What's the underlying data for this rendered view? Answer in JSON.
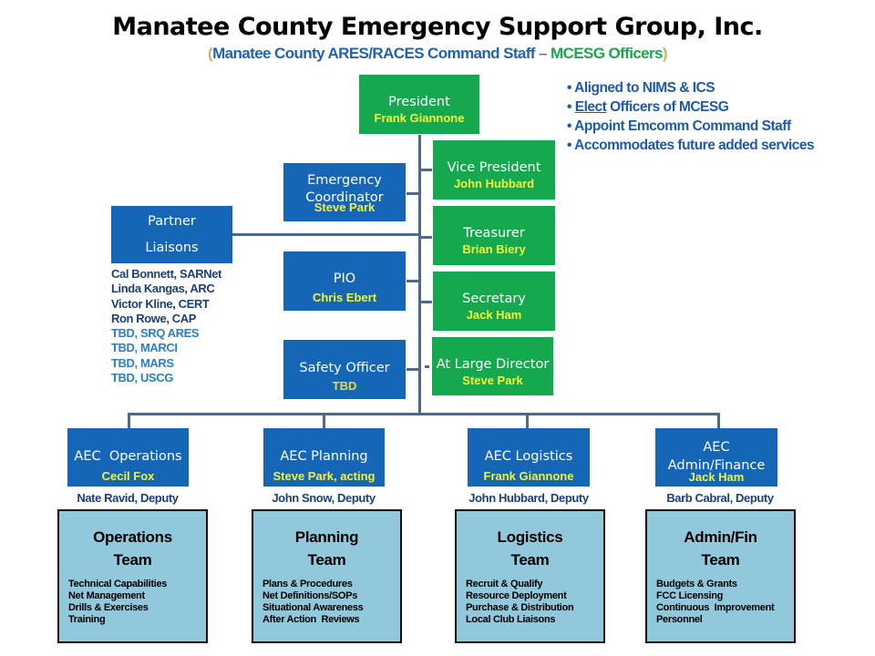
{
  "header": {
    "title": "Manatee County Emergency Support Group, Inc.",
    "subtitle_open": "(",
    "subtitle_blue": "Manatee County ARES/RACES Command Staff",
    "subtitle_dash": " – ",
    "subtitle_green": "MCESG Officers",
    "subtitle_close": ")"
  },
  "bullets": [
    {
      "prefix": "",
      "underlined": "",
      "text": "Aligned to NIMS & ICS"
    },
    {
      "prefix": "",
      "underlined": "Elect",
      "text": " Officers of MCESG"
    },
    {
      "prefix": "",
      "underlined": "",
      "text": "Appoint Emcomm Command Staff"
    },
    {
      "prefix": "",
      "underlined": "",
      "text": "Accommodates future added services"
    }
  ],
  "bullet_glyph": "•",
  "officers": {
    "president": {
      "role": "President",
      "name": "Frank Giannone"
    },
    "vice_president": {
      "role": "Vice President",
      "name": "John Hubbard"
    },
    "treasurer": {
      "role": "Treasurer",
      "name": "Brian Biery"
    },
    "secretary": {
      "role": "Secretary",
      "name": "Jack Ham"
    },
    "at_large": {
      "role": "At Large Director",
      "name": "Steve Park"
    }
  },
  "command_staff": {
    "emergency_coordinator": {
      "role_line1": "Emergency",
      "role_line2": "Coordinator",
      "name": "Steve Park"
    },
    "pio": {
      "role": "PIO",
      "name": "Chris Ebert"
    },
    "safety_officer": {
      "role": "Safety Officer",
      "name": "TBD"
    },
    "partner_liaisons": {
      "role_line1": "Partner",
      "role_line2": "Liaisons"
    }
  },
  "partners": [
    {
      "text": "Cal Bonnett, SARNet",
      "style": "dark"
    },
    {
      "text": "Linda Kangas, ARC",
      "style": "dark"
    },
    {
      "text": "Victor Kline, CERT",
      "style": "dark"
    },
    {
      "text": "Ron Rowe, CAP",
      "style": "dark"
    },
    {
      "text": "TBD, SRQ ARES",
      "style": "teal"
    },
    {
      "text": "TBD, MARCI",
      "style": "teal"
    },
    {
      "text": "TBD, MARS",
      "style": "teal"
    },
    {
      "text": "TBD, USCG",
      "style": "teal"
    }
  ],
  "sections": [
    {
      "role": "AEC  Operations",
      "role_line2": "",
      "name": "Cecil Fox",
      "deputy": "Nate Ravid, Deputy",
      "team_line1": "Operations",
      "team_line2": "Team",
      "duties": [
        "Technical Capabilities",
        "Net Management",
        "Drills & Exercises",
        "Training"
      ]
    },
    {
      "role": "AEC Planning",
      "role_line2": "",
      "name": "Steve Park, acting",
      "deputy": "John Snow, Deputy",
      "team_line1": "Planning",
      "team_line2": "Team",
      "duties": [
        "Plans & Procedures",
        "Net Definitions/SOPs",
        "Situational Awareness",
        "After Action  Reviews"
      ]
    },
    {
      "role": "AEC Logistics",
      "role_line2": "",
      "name": "Frank Giannone",
      "deputy": "John Hubbard, Deputy",
      "team_line1": "Logistics",
      "team_line2": "Team",
      "duties": [
        "Recruit & Qualify",
        "Resource Deployment",
        "Purchase & Distribution",
        "Local Club Liaisons"
      ]
    },
    {
      "role": "AEC",
      "role_line2": "Admin/Finance",
      "name": "Jack Ham",
      "deputy": "Barb Cabral, Deputy",
      "team_line1": "Admin/Fin",
      "team_line2": "Team",
      "duties": [
        "Budgets & Grants",
        "FCC Licensing",
        "Continuous  Improvement",
        "Personnel"
      ]
    }
  ],
  "colors": {
    "officer_green": "#16a84e",
    "staff_blue": "#1566b6",
    "name_yellow": "#f2f23a",
    "team_fill": "#92c8dc",
    "connector": "#4a6a8e"
  }
}
